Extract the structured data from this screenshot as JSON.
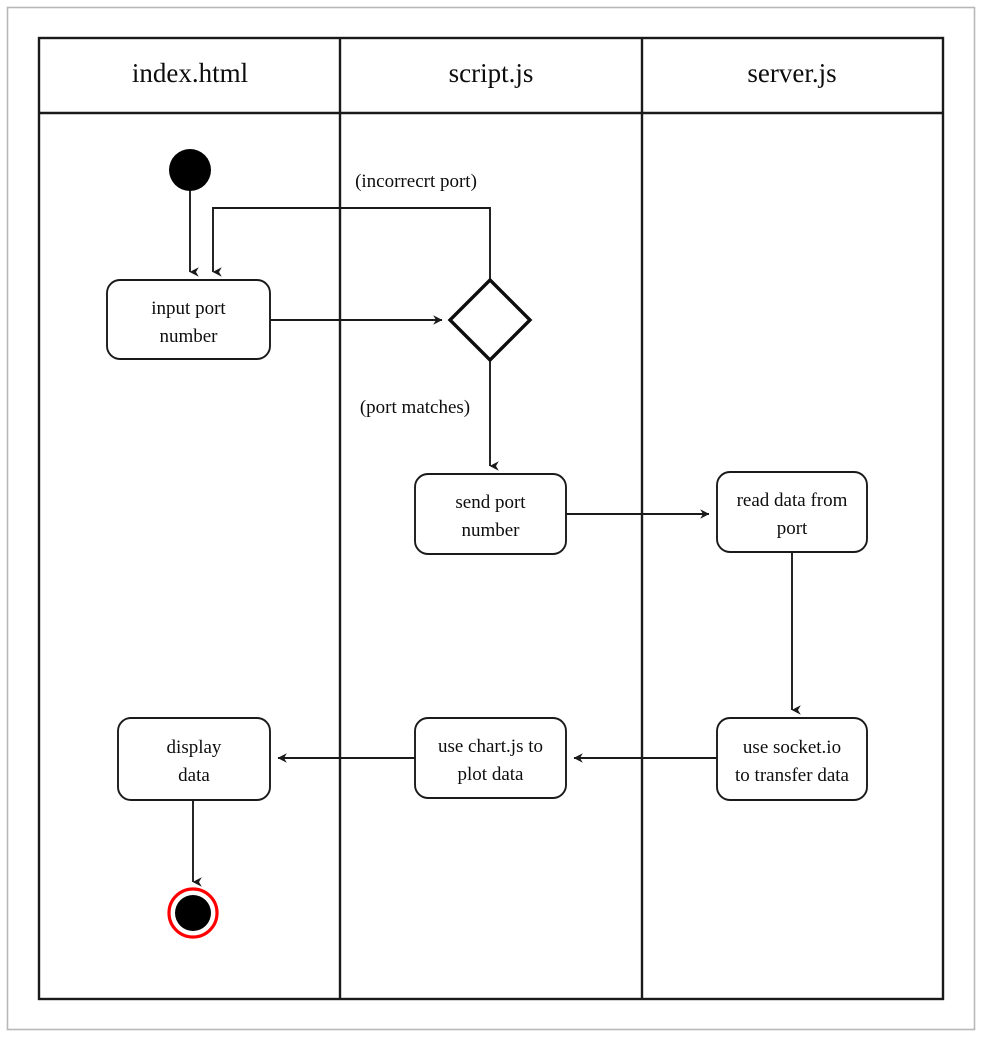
{
  "diagram": {
    "type": "uml-activity-swimlane",
    "title": "",
    "lanes": [
      {
        "id": "index-html",
        "label": "index.html"
      },
      {
        "id": "script-js",
        "label": "script.js"
      },
      {
        "id": "server-js",
        "label": "server.js"
      }
    ],
    "nodes": [
      {
        "id": "start",
        "kind": "initial-node",
        "lane": "index-html",
        "label": ""
      },
      {
        "id": "input-port-number",
        "kind": "activity",
        "lane": "index-html",
        "label_line1": "input port",
        "label_line2": "number"
      },
      {
        "id": "port-decision",
        "kind": "decision",
        "lane": "script-js",
        "label": ""
      },
      {
        "id": "send-port-number",
        "kind": "activity",
        "lane": "script-js",
        "label_line1": "send port",
        "label_line2": "number"
      },
      {
        "id": "read-data-from-port",
        "kind": "activity",
        "lane": "server-js",
        "label_line1": "read data from",
        "label_line2": "port"
      },
      {
        "id": "use-socket-io",
        "kind": "activity",
        "lane": "server-js",
        "label_line1": "use socket.io",
        "label_line2": "to transfer data"
      },
      {
        "id": "use-chartjs",
        "kind": "activity",
        "lane": "script-js",
        "label_line1": "use chart.js to",
        "label_line2": "plot data"
      },
      {
        "id": "display-data",
        "kind": "activity",
        "lane": "index-html",
        "label_line1": "display",
        "label_line2": "data"
      },
      {
        "id": "end",
        "kind": "final-node",
        "lane": "index-html",
        "label": ""
      }
    ],
    "edges": [
      {
        "id": "start-to-input",
        "from": "start",
        "to": "input-port-number",
        "label": ""
      },
      {
        "id": "input-to-decision",
        "from": "input-port-number",
        "to": "port-decision",
        "label": ""
      },
      {
        "id": "decision-to-input",
        "from": "port-decision",
        "to": "input-port-number",
        "label": "(incorrecrt port)"
      },
      {
        "id": "decision-to-send",
        "from": "port-decision",
        "to": "send-port-number",
        "label": "(port matches)"
      },
      {
        "id": "send-to-read",
        "from": "send-port-number",
        "to": "read-data-from-port",
        "label": ""
      },
      {
        "id": "read-to-socket",
        "from": "read-data-from-port",
        "to": "use-socket-io",
        "label": ""
      },
      {
        "id": "socket-to-chartjs",
        "from": "use-socket-io",
        "to": "use-chartjs",
        "label": ""
      },
      {
        "id": "chartjs-to-display",
        "from": "use-chartjs",
        "to": "display-data",
        "label": ""
      },
      {
        "id": "display-to-end",
        "from": "display-data",
        "to": "end",
        "label": ""
      }
    ],
    "colors": {
      "stroke": "#1a1a1a",
      "fill": "#ffffff",
      "final_node_ring": "#ff0000",
      "initial_node": "#000000",
      "outer_frame": "#b8b8b8"
    }
  }
}
